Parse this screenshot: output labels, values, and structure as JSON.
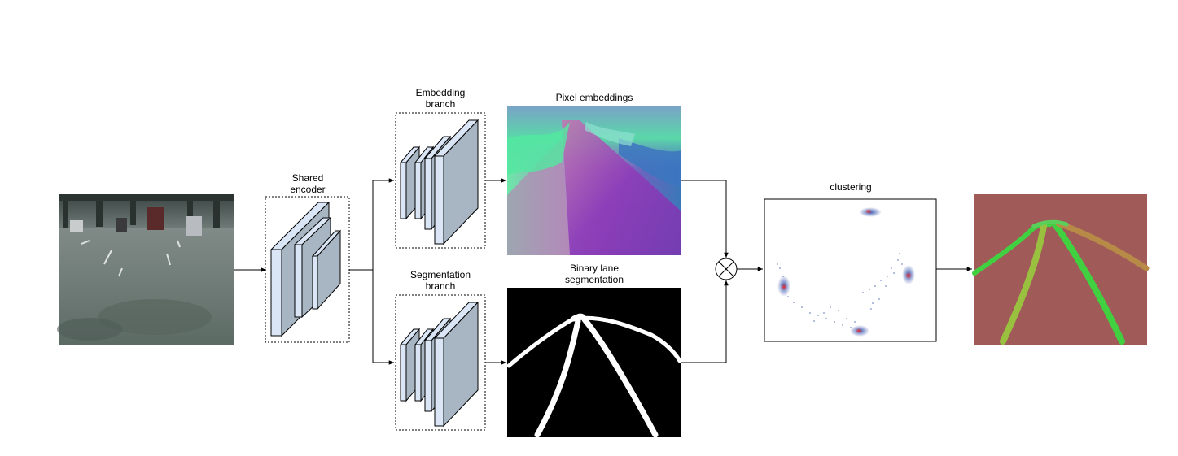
{
  "labels": {
    "shared_encoder_l1": "Shared",
    "shared_encoder_l2": "encoder",
    "embedding_branch_l1": "Embedding",
    "embedding_branch_l2": "branch",
    "segmentation_branch_l1": "Segmentation",
    "segmentation_branch_l2": "branch",
    "pixel_embeddings": "Pixel embeddings",
    "binary_seg_l1": "Binary lane",
    "binary_seg_l2": "segmentation",
    "clustering": "clustering"
  },
  "colors": {
    "layer_front": "#dae6f5",
    "layer_side": "#a8b6c4",
    "layer_stroke": "#000000",
    "instance_bg": "#a05a58",
    "lane_green": "#4cd44c",
    "lane_olive": "#9ac040",
    "lane_orange": "#b88a48",
    "embed_magenta": "#8a46b8",
    "embed_teal": "#58e0a0",
    "cluster_red": "#e03030",
    "cluster_blue": "#3050a0"
  },
  "icons": {
    "input_image": "road-camera-image",
    "multiply_node": "circled-times-icon"
  }
}
